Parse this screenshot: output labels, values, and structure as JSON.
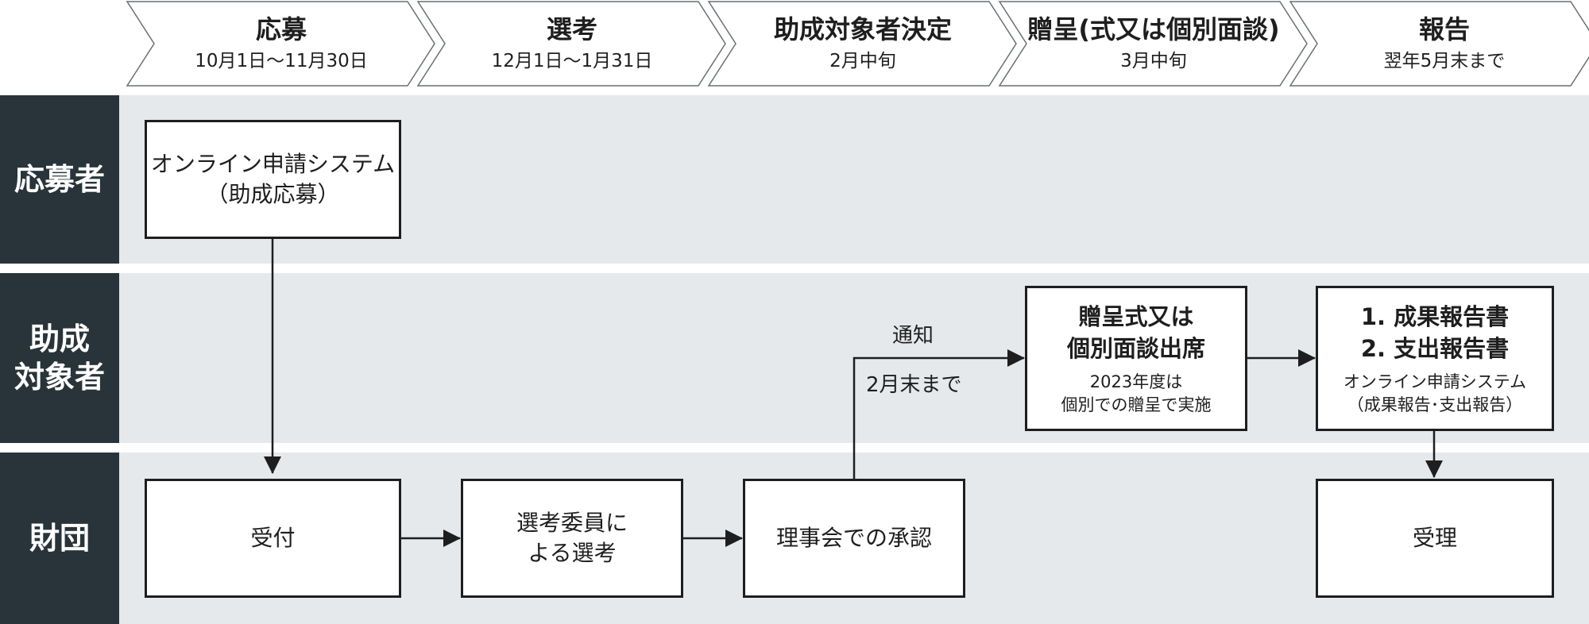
{
  "phases": [
    {
      "title": "応募",
      "sub": "10月1日〜11月30日"
    },
    {
      "title": "選考",
      "sub": "12月1日〜1月31日"
    },
    {
      "title": "助成対象者決定",
      "sub": "2月中旬"
    },
    {
      "title": "贈呈(式又は個別面談)",
      "sub": "3月中旬"
    },
    {
      "title": "報告",
      "sub": "翌年5月末まで"
    }
  ],
  "lanes": [
    {
      "label": "応募者"
    },
    {
      "label": "助成\n対象者"
    },
    {
      "label": "財団"
    }
  ],
  "nodes": {
    "online_application": {
      "label": "オンライン申請システム\n（助成応募）"
    },
    "reception": {
      "label": "受付"
    },
    "committee_selection": {
      "label": "選考委員に\nよる選考"
    },
    "board_approval": {
      "label": "理事会での承認"
    },
    "ceremony": {
      "label": "贈呈式又は\n個別面談出席",
      "note": "2023年度は\n個別での贈呈で実施"
    },
    "reports": {
      "label": "1. 成果報告書\n2. 支出報告書",
      "note": "オンライン申請システム\n（成果報告･支出報告）"
    },
    "acceptance": {
      "label": "受理"
    }
  },
  "edge_labels": {
    "notification": "通知",
    "notification_deadline": "2月末まで"
  },
  "colors": {
    "lane_background": "#e5e9ec",
    "lane_header": "#28343a",
    "line": "#1e1e1e",
    "phase_fill": "#ffffff",
    "phase_stroke": "#6a6f73"
  }
}
